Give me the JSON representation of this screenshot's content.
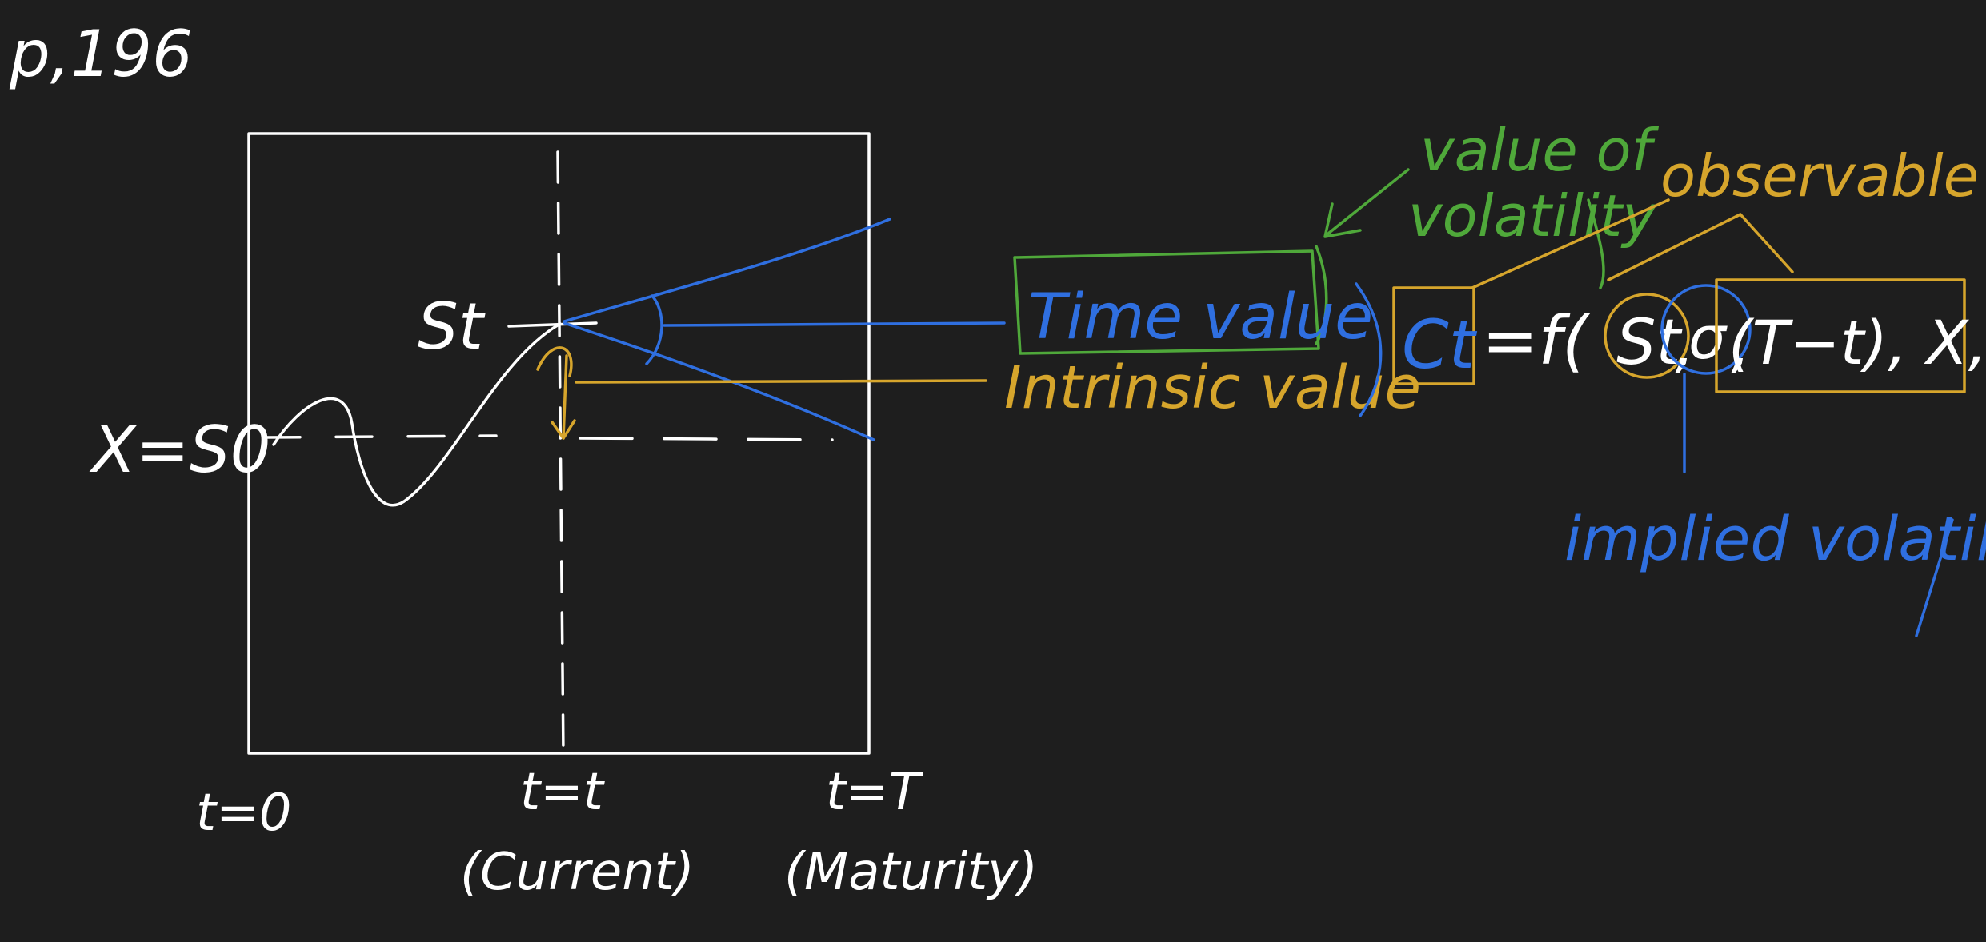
{
  "page_ref": "p,196",
  "diagram": {
    "x_axis_labels": {
      "start": "t=0",
      "current": "t=t",
      "current_note": "(Current)",
      "maturity": "t=T",
      "maturity_note": "(Maturity)"
    },
    "left_label": "X=S0",
    "price_label": "St"
  },
  "annotations": {
    "time_value": "Time value",
    "intrinsic_value": "Intrinsic value",
    "value_of": "value of",
    "volatility": "volatility",
    "observable": "observable",
    "implied_volatility": "implied volatility"
  },
  "formula": {
    "ct": "Ct",
    "eq_f": "=f(",
    "st": "St",
    "comma1": ",",
    "sigma": "σ",
    "comma2": ",",
    "tail": "(T−t), X, r)"
  },
  "colors": {
    "background": "#1e1e1e",
    "white": "#ffffff",
    "blue": "#2f6fe0",
    "green": "#4fa83a",
    "yellow": "#d6a52c"
  }
}
